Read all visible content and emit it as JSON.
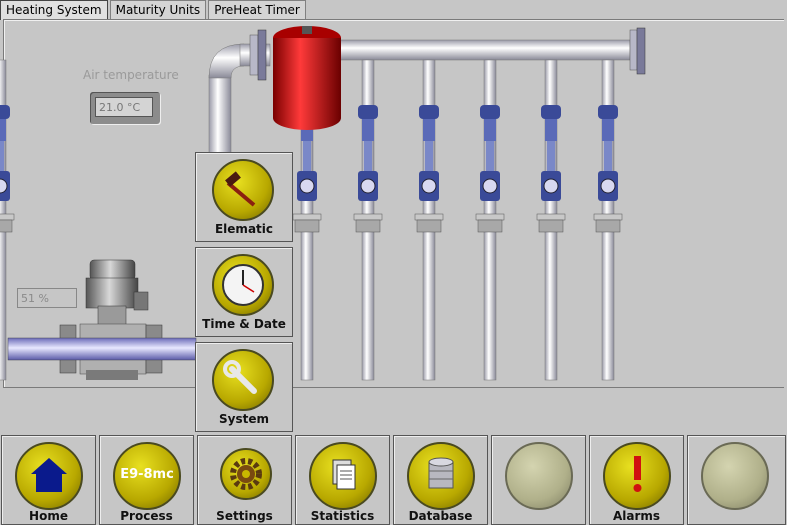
{
  "tabs": [
    "Heating System",
    "Maturity Units",
    "PreHeat Timer"
  ],
  "air_temperature": {
    "label": "Air temperature",
    "value": "21.0 °C"
  },
  "pump_percent": "51 %",
  "side_buttons": [
    {
      "label": "Elematic",
      "icon": "hammer-icon"
    },
    {
      "label": "Time & Date",
      "icon": "clock-icon"
    },
    {
      "label": "System",
      "icon": "wrench-icon"
    }
  ],
  "bottom_buttons": [
    {
      "label": "Home",
      "icon": "home-icon"
    },
    {
      "label": "Process",
      "icon_text": "E9-8mc"
    },
    {
      "label": "Settings",
      "icon": "gear-icon"
    },
    {
      "label": "Statistics",
      "icon": "documents-icon"
    },
    {
      "label": "Database",
      "icon": "database-icon"
    },
    {
      "label": "",
      "icon": "blank"
    },
    {
      "label": "Alarms",
      "icon": "exclamation-icon"
    },
    {
      "label": "",
      "icon": "blank"
    }
  ],
  "colors": {
    "accent_yellow": "#d4c800",
    "tank_red": "#d81818",
    "pipe": "#e8e8ee",
    "valve_blue": "#4a5aa8",
    "house_blue": "#0a1a8c",
    "alarm_red": "#d01010"
  }
}
